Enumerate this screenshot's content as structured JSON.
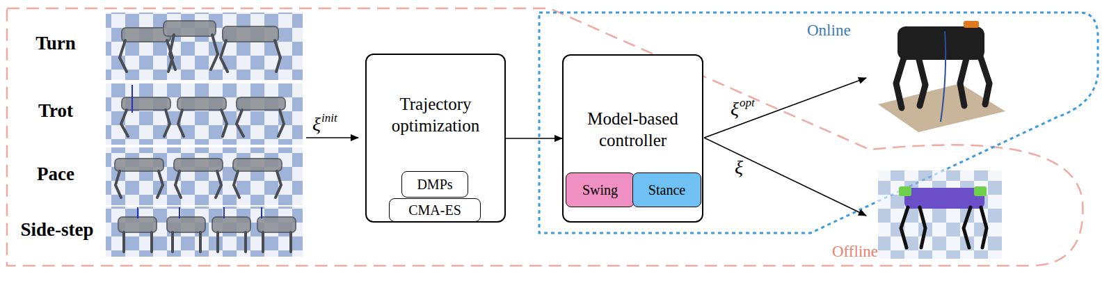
{
  "diagram": {
    "nodes": [
      {
        "text": [
          "Trajectory optimization"
        ]
      },
      {
        "text": [
          "DMPs"
        ],
        "in": 0
      },
      {
        "text": [
          "CMA-ES"
        ],
        "in": 0
      },
      {
        "text": [
          "Model-based controller"
        ]
      },
      {
        "text": [
          "Swing"
        ],
        "in": 3
      },
      {
        "text": [
          "Stance"
        ],
        "in": 3
      }
    ],
    "edges": [
      {
        "from": 0,
        "to": 3,
        "arrow": "to"
      }
    ],
    "labels": [
      "Turn",
      "Trot",
      "Pace",
      "Side-step",
      "ξ",
      "init",
      "Online",
      "ξ",
      "opt",
      "ξ",
      "Offline"
    ]
  }
}
